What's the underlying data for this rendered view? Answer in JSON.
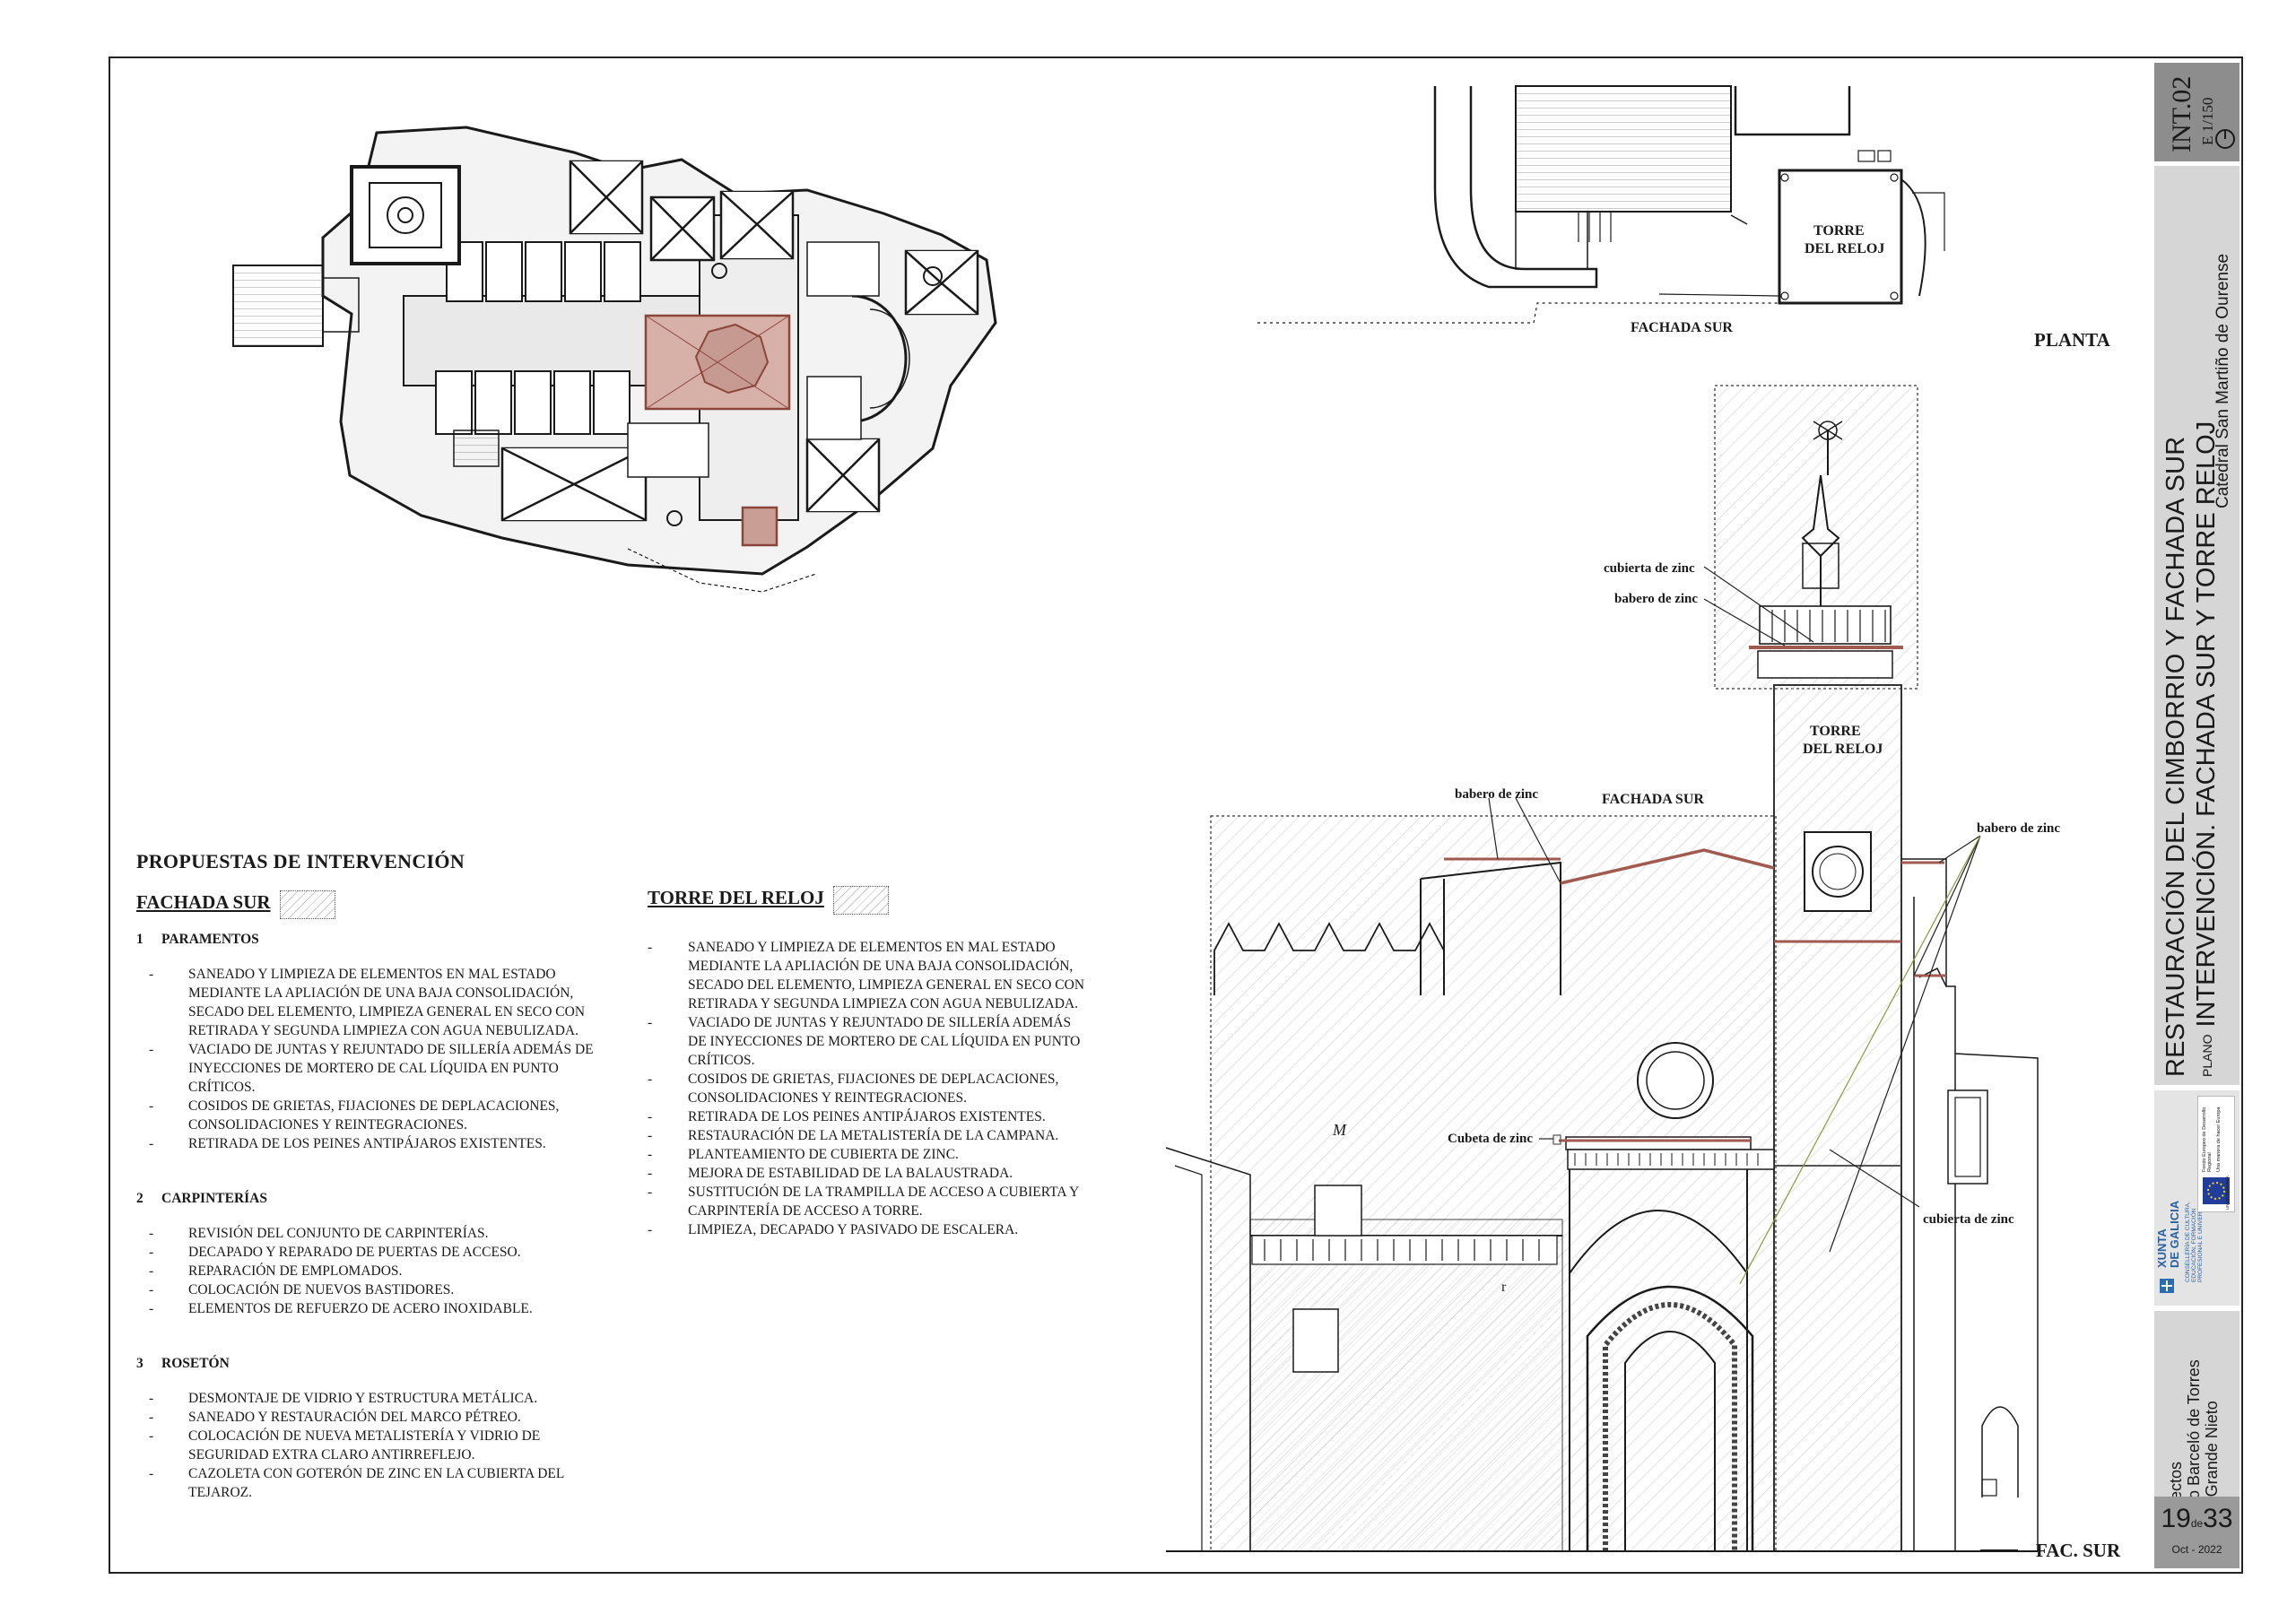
{
  "proposals": {
    "heading": "PROPUESTAS DE INTERVENCIÓN",
    "fachada_sur": {
      "title": "FACHADA SUR",
      "sections": [
        {
          "num": "1",
          "title": "PARAMENTOS",
          "items": [
            "SANEADO Y LIMPIEZA   DE ELEMENTOS EN MAL ESTADO MEDIANTE LA APLIACIÓN DE UNA BAJA CONSOLIDACIÓN, SECADO DEL ELEMENTO, LIMPIEZA GENERAL EN SECO CON RETIRADA Y SEGUNDA LIMPIEZA CON AGUA NEBULIZADA.",
            "VACIADO DE JUNTAS Y REJUNTADO DE SILLERÍA ADEMÁS DE INYECCIONES DE MORTERO DE CAL LÍQUIDA EN PUNTO CRÍTICOS.",
            "COSIDOS DE GRIETAS, FIJACIONES DE DEPLACACIONES, CONSOLIDACIONES Y REINTEGRACIONES.",
            "RETIRADA DE LOS PEINES ANTIPÁJAROS EXISTENTES."
          ]
        },
        {
          "num": "2",
          "title": "CARPINTERÍAS",
          "items": [
            "REVISIÓN DEL CONJUNTO DE CARPINTERÍAS.",
            "DECAPADO Y REPARADO DE PUERTAS DE ACCESO.",
            "REPARACIÓN DE EMPLOMADOS.",
            "COLOCACIÓN DE NUEVOS BASTIDORES.",
            "ELEMENTOS DE REFUERZO DE ACERO INOXIDABLE."
          ]
        },
        {
          "num": "3",
          "title": "ROSETÓN",
          "items": [
            "DESMONTAJE DE VIDRIO Y ESTRUCTURA METÁLICA.",
            "SANEADO Y RESTAURACIÓN DEL MARCO PÉTREO.",
            "COLOCACIÓN DE NUEVA METALISTERÍA Y VIDRIO DE SEGURIDAD EXTRA CLARO ANTIRREFLEJO.",
            "CAZOLETA CON GOTERÓN DE ZINC EN LA CUBIERTA DEL TEJAROZ."
          ]
        }
      ]
    },
    "torre_del_reloj": {
      "title": "TORRE DEL RELOJ",
      "items": [
        "SANEADO Y LIMPIEZA   DE ELEMENTOS EN MAL ESTADO MEDIANTE LA APLIACIÓN DE UNA BAJA CONSOLIDACIÓN, SECADO DEL ELEMENTO, LIMPIEZA GENERAL EN SECO CON RETIRADA Y SEGUNDA LIMPIEZA CON AGUA NEBULIZADA.",
        "VACIADO DE JUNTAS Y REJUNTADO DE SILLERÍA ADEMÁS DE INYECCIONES DE MORTERO DE CAL LÍQUIDA EN PUNTO CRÍTICOS.",
        "COSIDOS DE GRIETAS, FIJACIONES DE DEPLACACIONES, CONSOLIDACIONES Y REINTEGRACIONES.",
        "RETIRADA DE LOS PEINES ANTIPÁJAROS EXISTENTES.",
        "RESTAURACIÓN DE LA METALISTERÍA DE LA CAMPANA.",
        "PLANTEAMIENTO DE CUBIERTA DE ZINC.",
        "MEJORA DE ESTABILIDAD DE LA BALAUSTRADA.",
        "SUSTITUCIÓN DE LA TRAMPILLA DE ACCESO A CUBIERTA Y CARPINTERÍA DE ACCESO A TORRE.",
        "LIMPIEZA, DECAPADO Y PASIVADO DE ESCALERA."
      ]
    }
  },
  "drawing": {
    "plan_title": "PLANTA",
    "plan_tower_label": [
      "TORRE",
      "DEL RELOJ"
    ],
    "plan_facade_label": "FACHADA SUR",
    "elevation_title": "FAC. SUR",
    "elevation_tower_label": [
      "TORRE",
      "DEL RELOJ"
    ],
    "elevation_facade_label": "FACHADA SUR",
    "annotations": {
      "cubierta_zinc_top": "cubierta de zinc",
      "babero_zinc_top": "babero de zinc",
      "babero_zinc_left": "babero de zinc",
      "babero_zinc_right": "babero de zinc",
      "cubeta_zinc": "Cubeta de zinc",
      "cubierta_zinc_right": "cubierta de zinc"
    },
    "elevation_marks": [
      "M",
      "r"
    ],
    "highlight_color": "#a15a4f",
    "hatch_color": "#c9c9c9"
  },
  "title_block": {
    "code": "INT.02",
    "scale": "E 1/150",
    "project_title": "RESTAURACIÓN DEL CIMBORRIO Y FACHADA SUR",
    "plan_prefix": "PLANO",
    "plan_name": "INTERVENCIÓN. FACHADA SUR Y TORRE RELOJ",
    "location": "Catedral San Martiño de Ourense",
    "logos": {
      "xunta_line1": "XUNTA",
      "xunta_line2": "DE GALICIA",
      "conselleria": "CONSELLERÍA DE CULTURA, EDUCACIÓN, FORMACIÓN PROFESIONAL E UNIVERSIDADES",
      "eu_fund": "Fondo Europeo de Desarrollo Regional",
      "eu_motto": "Una manera de hacer Europa",
      "eu_union": "UNIÓN EUROPEA"
    },
    "architects_label": "Arquitectos",
    "architects": [
      "Ignacio Barceló de Torres",
      "Victor Grande Nieto"
    ],
    "sheet_number": "19",
    "sheet_of": "de",
    "sheet_total": "33",
    "date": "Oct - 2022"
  }
}
